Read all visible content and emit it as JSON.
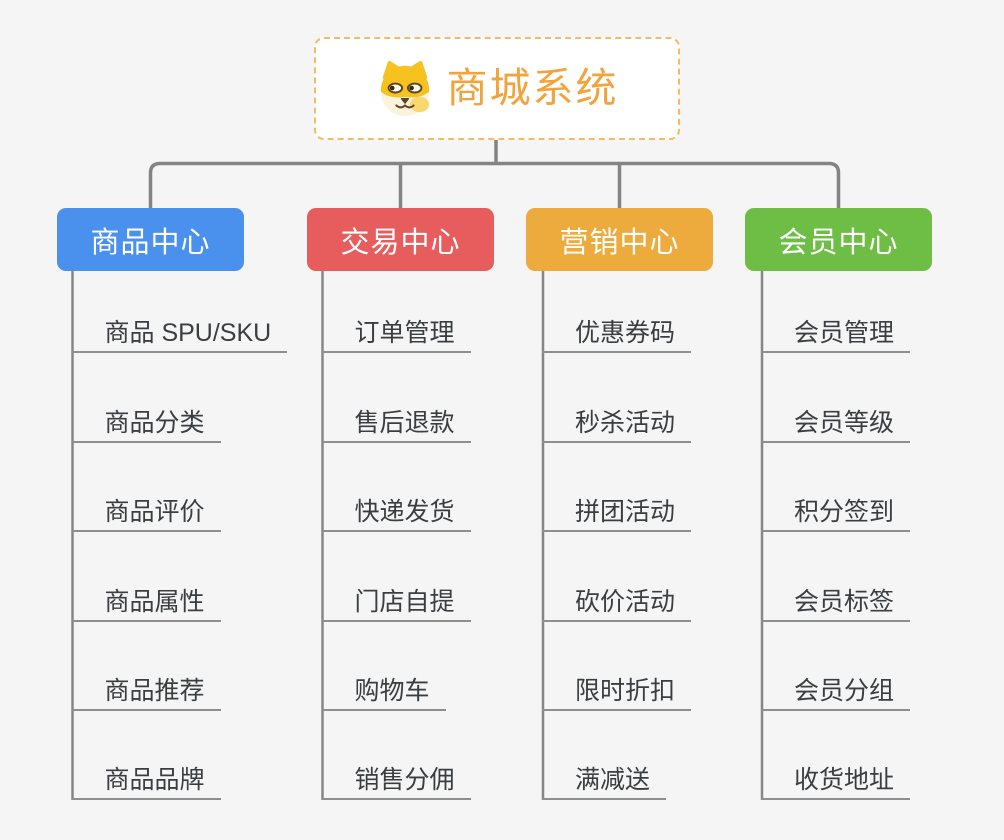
{
  "root": {
    "title": "商城系统",
    "icon": "dog-face-icon",
    "border_color": "#f3bc62",
    "title_color": "#f2a33c"
  },
  "branches": [
    {
      "id": "product-center",
      "label": "商品中心",
      "color": "#4a90ed",
      "children": [
        "商品 SPU/SKU",
        "商品分类",
        "商品评价",
        "商品属性",
        "商品推荐",
        "商品品牌"
      ]
    },
    {
      "id": "trade-center",
      "label": "交易中心",
      "color": "#e75d5d",
      "children": [
        "订单管理",
        "售后退款",
        "快递发货",
        "门店自提",
        "购物车",
        "销售分佣"
      ]
    },
    {
      "id": "marketing-center",
      "label": "营销中心",
      "color": "#ecab3c",
      "children": [
        "优惠券码",
        "秒杀活动",
        "拼团活动",
        "砍价活动",
        "限时折扣",
        "满减送"
      ]
    },
    {
      "id": "member-center",
      "label": "会员中心",
      "color": "#6ebe45",
      "children": [
        "会员管理",
        "会员等级",
        "积分签到",
        "会员标签",
        "会员分组",
        "收货地址"
      ]
    }
  ],
  "colors": {
    "background": "#f5f5f6",
    "connector": "#848484",
    "underline": "#8e8e8e",
    "item_text": "#3a3e41"
  }
}
